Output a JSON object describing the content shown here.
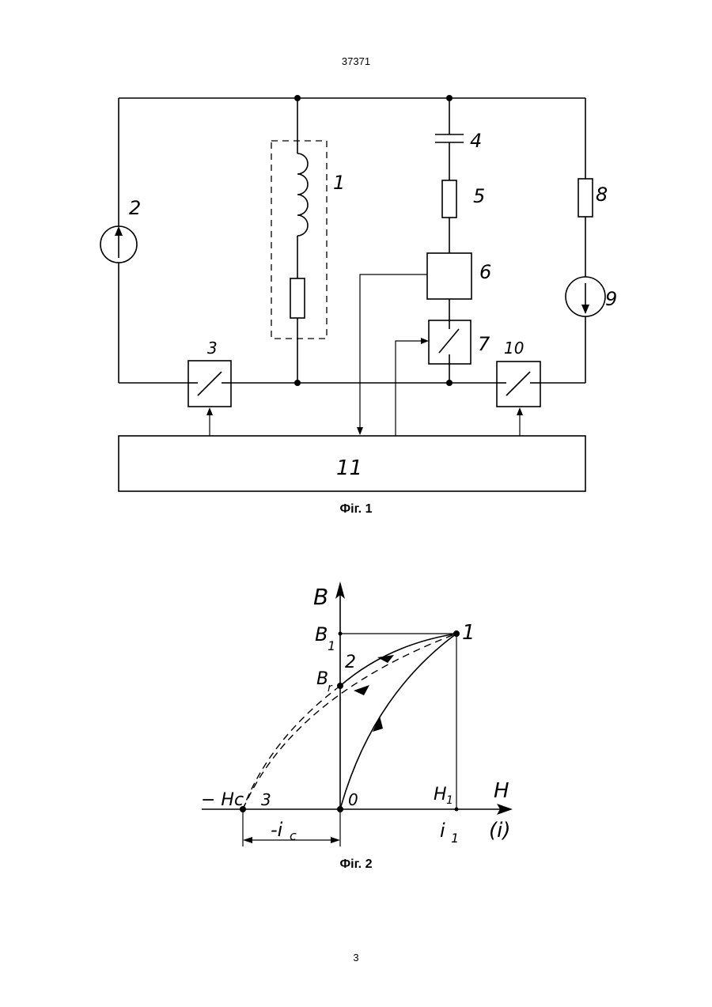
{
  "header": {
    "document_number": "37371"
  },
  "footer": {
    "page_number": "3"
  },
  "figure1": {
    "caption": "Фіг. 1",
    "labels": {
      "inductor": "1",
      "source": "2",
      "switch_left": "3",
      "capacitor": "4",
      "resistor_mid": "5",
      "block_6": "6",
      "switch_7": "7",
      "resistor_right": "8",
      "source_right": "9",
      "switch_right": "10",
      "control_unit": "11"
    }
  },
  "figure2": {
    "caption": "Фіг. 2",
    "labels": {
      "axis_b": "B",
      "axis_h": "H",
      "axis_h_alt": "(i)",
      "b1": "B",
      "b1_sub": "1",
      "br": "B",
      "br_sub": "r",
      "h1": "H",
      "h1_sub": "1",
      "i1": "i",
      "i1_sub": "1",
      "minus_hc": "− Hc",
      "minus_ic": "-i",
      "minus_ic_sub": "c",
      "point_0": "0",
      "point_1": "1",
      "point_2": "2",
      "point_3": "3"
    }
  }
}
